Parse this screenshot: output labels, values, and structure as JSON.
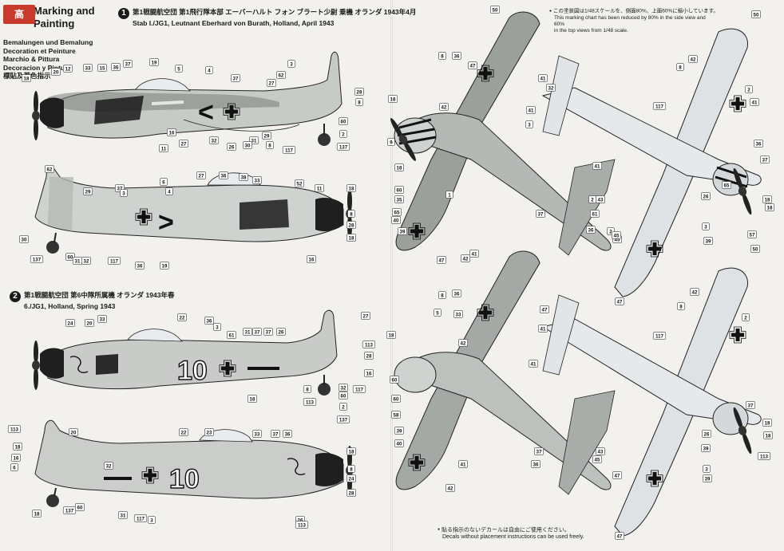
{
  "header": {
    "logo_text": "高",
    "logo_sub": "",
    "title": "Marking and Painting",
    "langs": [
      "Bemalungen und Bemalung",
      "Decoration et Peinture",
      "Marchio & Pittura",
      "Decoracion y Pintura",
      "標貼及著色指示"
    ]
  },
  "section1": {
    "number": "1",
    "line1": "第1戦闘航空団 第1飛行隊本部 エーバーハルト フォン ブラート少尉 乗機 オランダ 1943年4月",
    "line2": "Stab I./JG1, Leutnant Eberhard von Burath, Holland, April 1943"
  },
  "section2": {
    "number": "2",
    "line1": "第1戦闘航空団 第6中隊所属機 オランダ 1943年春",
    "line2": "6./JG1, Holland, Spring 1943"
  },
  "top_note": [
    "この塗装図は1/48スケールを、側面80%、上面60%に縮小しています。",
    "This marking chart has been reduced by 80% in the side view and 60%",
    "in the top views from 1/48 scale."
  ],
  "bottom_note": [
    "貼る指示のないデカールは自由にご使用ください。",
    "Decals without placement instructions can be used freely."
  ],
  "markings": {
    "code_1a": "<",
    "code_1b": ">",
    "code_2": "10"
  },
  "callouts": {
    "a1": [
      "18",
      "20",
      "12",
      "33",
      "15",
      "36",
      "37",
      "19",
      "5",
      "4",
      "37",
      "27",
      "62",
      "3",
      "28",
      "8",
      "60",
      "2",
      "137",
      "8",
      "29",
      "31",
      "30",
      "26",
      "117",
      "32",
      "27",
      "11",
      "16"
    ],
    "a2": [
      "62",
      "29",
      "37",
      "6",
      "4",
      "27",
      "36",
      "38",
      "33",
      "52",
      "11",
      "18",
      "8",
      "28",
      "18",
      "30",
      "137",
      "60",
      "31",
      "32",
      "117",
      "36",
      "19",
      "3",
      "16"
    ],
    "b1": [
      "24",
      "20",
      "33",
      "22",
      "36",
      "3",
      "61",
      "31",
      "37",
      "37",
      "26",
      "27",
      "113",
      "28",
      "16",
      "8",
      "18",
      "113",
      "117",
      "32",
      "60",
      "2",
      "137"
    ],
    "b2": [
      "113",
      "18",
      "16",
      "6",
      "20",
      "22",
      "23",
      "33",
      "37",
      "36",
      "18",
      "8",
      "24",
      "28",
      "18",
      "137",
      "60",
      "31",
      "117",
      "32",
      "26",
      "3",
      "113"
    ],
    "top1": [
      "50",
      "8",
      "36",
      "47",
      "41",
      "32",
      "41",
      "3",
      "18",
      "42",
      "9",
      "18",
      "60",
      "35",
      "65",
      "39",
      "40",
      "1",
      "37",
      "42",
      "47",
      "41",
      "2",
      "36",
      "45",
      "41",
      "61",
      "43",
      "45",
      "2"
    ],
    "top2": [
      "8",
      "36",
      "5",
      "33",
      "47",
      "41",
      "41",
      "18",
      "42",
      "60",
      "60",
      "58",
      "39",
      "40",
      "37",
      "42",
      "36",
      "41",
      "45",
      "43",
      "47"
    ],
    "under1": [
      "50",
      "42",
      "8",
      "117",
      "2",
      "41",
      "18",
      "26",
      "65",
      "36",
      "37",
      "18",
      "3",
      "39",
      "57",
      "47"
    ],
    "under2": [
      "50",
      "42",
      "117",
      "8",
      "2",
      "26",
      "39",
      "18",
      "113",
      "18",
      "37",
      "3",
      "39",
      "47"
    ]
  }
}
